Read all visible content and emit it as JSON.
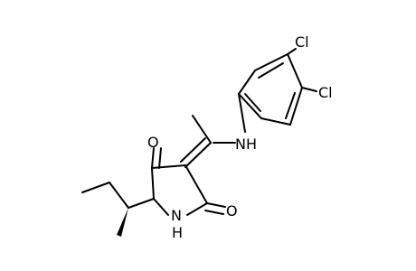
{
  "atoms": {
    "cl_top": "Cl",
    "cl_right": "Cl",
    "nh_amine": "NH",
    "o_ketone": "O",
    "o_amide": "O",
    "n_ring": "N",
    "h_ring": "H"
  }
}
